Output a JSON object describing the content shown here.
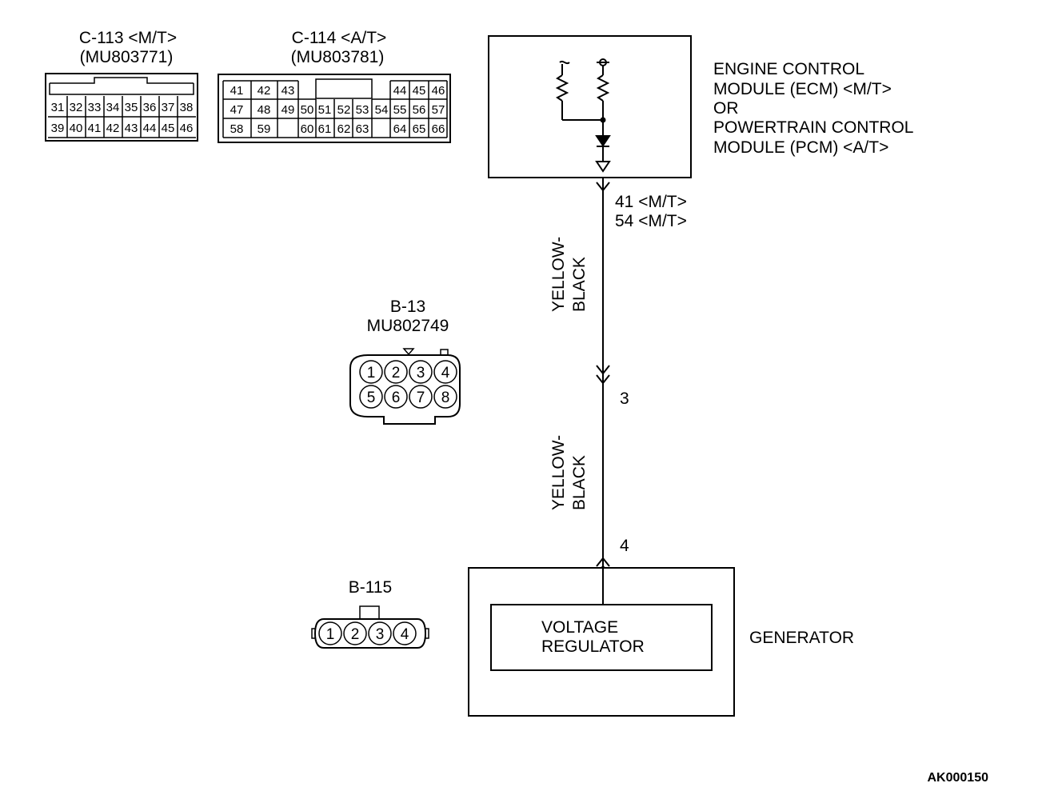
{
  "connectors": {
    "c113": {
      "title": "C-113 <M/T>",
      "part": "(MU803771)",
      "row1": [
        "31",
        "32",
        "33",
        "34",
        "35",
        "36",
        "37",
        "38"
      ],
      "row2": [
        "39",
        "40",
        "41",
        "42",
        "43",
        "44",
        "45",
        "46"
      ]
    },
    "c114": {
      "title": "C-114 <A/T>",
      "part": "(MU803781)",
      "row1": [
        "41",
        "42",
        "43",
        "44",
        "45",
        "46"
      ],
      "row2": [
        "47",
        "48",
        "49",
        "50",
        "51",
        "52",
        "53",
        "54",
        "55",
        "56",
        "57"
      ],
      "row3": [
        "58",
        "59",
        "60",
        "61",
        "62",
        "63",
        "64",
        "65",
        "66"
      ]
    },
    "b13": {
      "title": "B-13",
      "part": "MU802749",
      "row1": [
        "1",
        "2",
        "3",
        "4"
      ],
      "row2": [
        "5",
        "6",
        "7",
        "8"
      ]
    },
    "b115": {
      "title": "B-115",
      "pins": [
        "1",
        "2",
        "3",
        "4"
      ]
    }
  },
  "ecm": {
    "label_lines": [
      "ENGINE CONTROL",
      "MODULE (ECM) <M/T>",
      "OR",
      "POWERTRAIN CONTROL",
      "MODULE (PCM) <A/T>"
    ],
    "terminal_1": "41 <M/T>",
    "terminal_2": "54 <M/T>"
  },
  "wires": {
    "upper_color_1": "YELLOW-",
    "upper_color_2": "BLACK",
    "lower_color_1": "YELLOW-",
    "lower_color_2": "BLACK",
    "junction_pin": "3",
    "generator_pin": "4"
  },
  "generator": {
    "label": "GENERATOR",
    "regulator_line1": "VOLTAGE",
    "regulator_line2": "REGULATOR"
  },
  "figure_code": "AK000150"
}
